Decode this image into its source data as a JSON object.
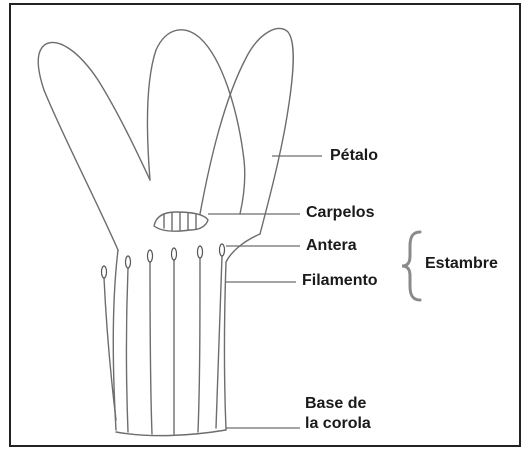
{
  "labels": {
    "petalo": "Pétalo",
    "carpelos": "Carpelos",
    "antera": "Antera",
    "filamento": "Filamento",
    "estambre": "Estambre",
    "base_line1": "Base de",
    "base_line2": "la corola"
  },
  "colors": {
    "sketch_line": "#6d6d6d",
    "bracket": "#8a8a8a",
    "text": "#1a1a1a",
    "frame": "#222222"
  }
}
